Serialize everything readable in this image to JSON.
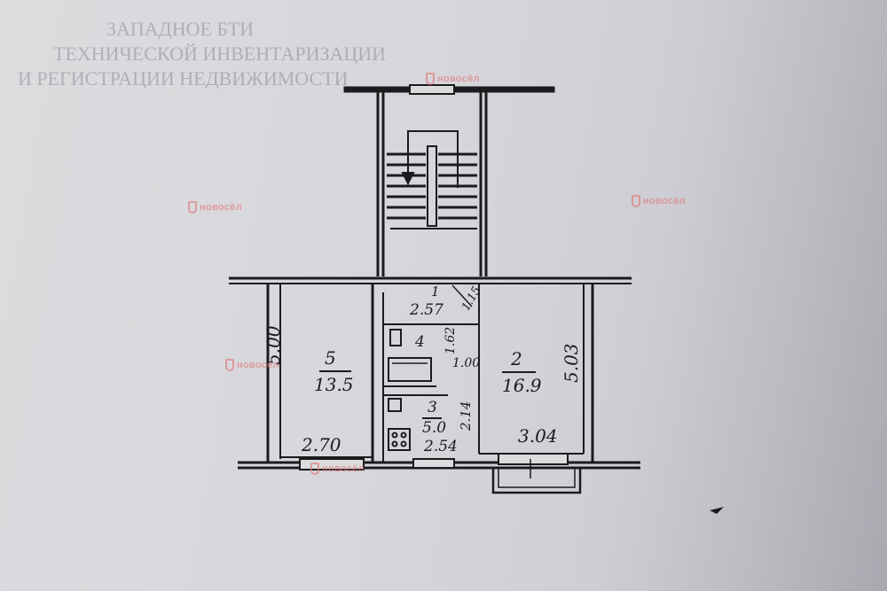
{
  "header_lines": [
    "ЗАПАДНОЕ БТИ",
    "ТЕХНИЧЕСКОЙ ИНВЕНТАРИЗАЦИИ",
    "И РЕГИСТРАЦИИ НЕДВИЖИМОСТИ"
  ],
  "watermark": {
    "brand": "новосёл"
  },
  "rooms": [
    {
      "number": "5",
      "area": "13.5",
      "width": "2.70",
      "length": "5.00"
    },
    {
      "number": "2",
      "area": "16.9",
      "width": "3.04",
      "length": "5.03"
    },
    {
      "number": "3",
      "area": "5.0",
      "width": "2.54",
      "length": "2.14"
    },
    {
      "number": "1",
      "area": "2.57"
    },
    {
      "number": "4"
    }
  ],
  "corridor_dims": {
    "a": "1.15",
    "b": "1.62",
    "c": "1.00"
  },
  "colors": {
    "ink": "#1b1b1e",
    "watermark": "#e07a7a"
  }
}
